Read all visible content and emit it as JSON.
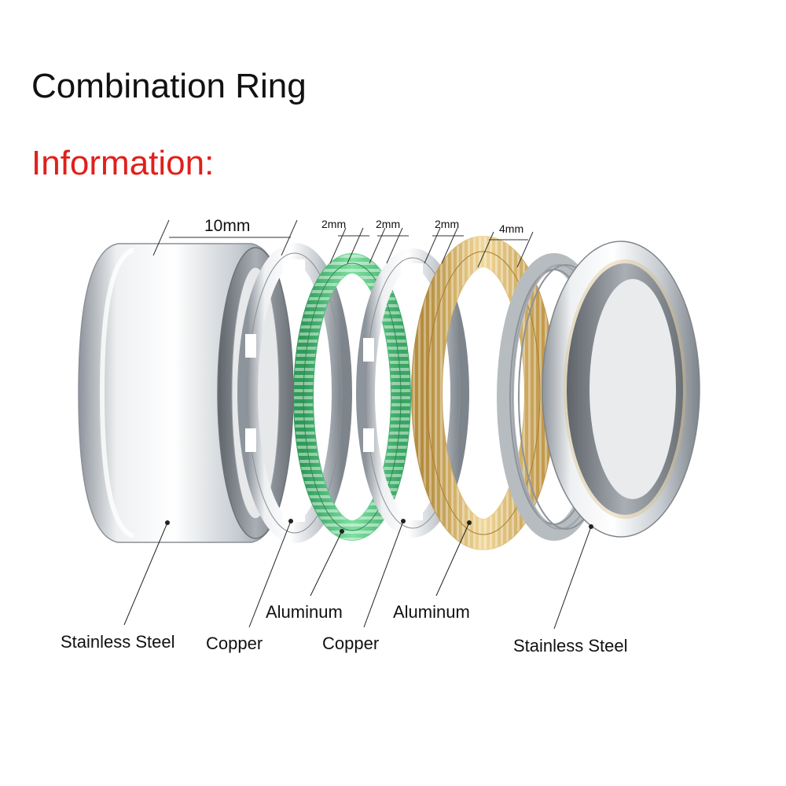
{
  "title": "Combination Ring",
  "subtitle": "Information:",
  "accent_color": "#e0201b",
  "dimensions": {
    "d10": "10mm",
    "d2a": "2mm",
    "d2b": "2mm",
    "d2c": "2mm",
    "d4": "4mm"
  },
  "materials": {
    "steel_left": "Stainless Steel",
    "copper_left": "Copper",
    "aluminum_left": "Aluminum",
    "copper_right": "Copper",
    "aluminum_right": "Aluminum",
    "steel_right": "Stainless Steel"
  },
  "colors": {
    "steel": "#c9cdd2",
    "aluminum_green": "#5cc784",
    "gold": "#d9b66a"
  }
}
